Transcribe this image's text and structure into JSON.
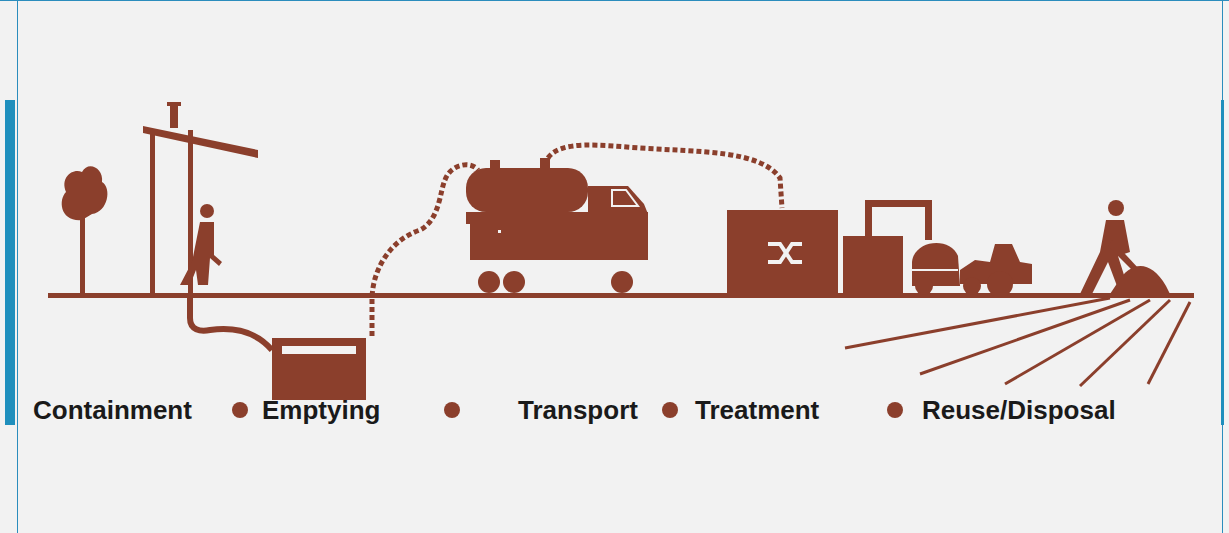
{
  "diagram": {
    "labels": [
      "Containment",
      "Emptying",
      "Transport",
      "Treatment",
      "Reuse/Disposal"
    ]
  }
}
